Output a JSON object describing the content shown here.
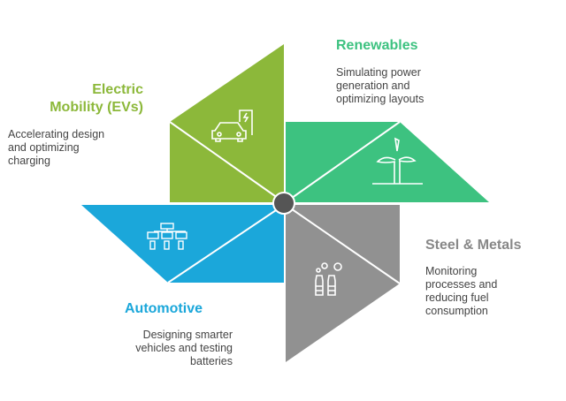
{
  "colors": {
    "electric": "#8cb83a",
    "renewables": "#3dc280",
    "steel": "#919191",
    "automotive": "#1ba7da",
    "hub": "#555555"
  },
  "sections": [
    {
      "id": "electric",
      "title": "Electric Mobility (EVs)",
      "title_line1": "Electric",
      "title_line2": "Mobility (EVs)",
      "desc_line1": "Accelerating design",
      "desc_line2": "and optimizing",
      "desc_line3": "charging",
      "icon": "ev-charging-car-icon"
    },
    {
      "id": "renewables",
      "title": "Renewables",
      "desc_line1": "Simulating power",
      "desc_line2": "generation and",
      "desc_line3": "optimizing layouts",
      "icon": "wind-turbine-icon"
    },
    {
      "id": "steel",
      "title": "Steel & Metals",
      "desc_line1": "Monitoring",
      "desc_line2": "processes and",
      "desc_line3": "reducing fuel",
      "desc_line4": "consumption",
      "icon": "factory-chimney-icon"
    },
    {
      "id": "automotive",
      "title": "Automotive",
      "desc_line1": "Designing smarter",
      "desc_line2": "vehicles and testing",
      "desc_line3": "batteries",
      "icon": "battery-network-icon"
    }
  ]
}
